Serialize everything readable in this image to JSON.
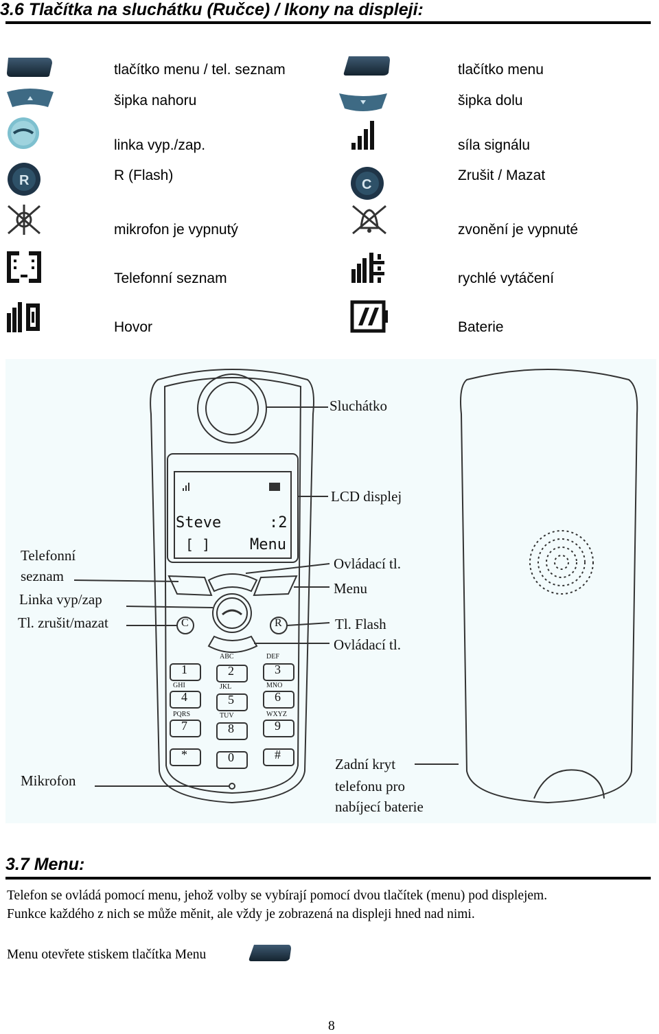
{
  "section36": {
    "title": "3.6 Tlačítka na sluchátku (Ručce) / Ikony na displeji:"
  },
  "icons_left": [
    {
      "icon": "menu-phonebook-key-icon",
      "label": "tlačítko menu / tel. seznam"
    },
    {
      "icon": "arrow-up-key-icon",
      "label": "šipka nahoru"
    },
    {
      "icon": "line-key-icon",
      "label": "linka vyp./zap."
    },
    {
      "icon": "r-flash-key-icon",
      "label": "R (Flash)"
    },
    {
      "icon": "mic-muted-icon",
      "label": "mikrofon je vypnutý"
    },
    {
      "icon": "phonebook-display-icon",
      "label": "Telefonní seznam"
    },
    {
      "icon": "call-display-icon",
      "label": "Hovor"
    }
  ],
  "icons_right": [
    {
      "icon": "menu-key-icon",
      "label": "tlačítko menu"
    },
    {
      "icon": "arrow-down-key-icon",
      "label": "šipka dolu"
    },
    {
      "icon": "signal-strength-icon",
      "label": "síla signálu"
    },
    {
      "icon": "c-cancel-key-icon",
      "label": "Zrušit / Mazat"
    },
    {
      "icon": "ringer-off-icon",
      "label": "zvonění je vypnuté"
    },
    {
      "icon": "speed-dial-icon",
      "label": "rychlé vytáčení"
    },
    {
      "icon": "battery-icon",
      "label": "Baterie"
    }
  ],
  "diagram": {
    "labels": {
      "earpiece": "Sluchátko",
      "lcd": "LCD displej",
      "phonebook_1": "Telefonní",
      "phonebook_2": "seznam",
      "control_1": "Ovládací tl.",
      "menu": "Menu",
      "line": "Linka vyp/zap",
      "cancel": "Tl. zrušit/mazat",
      "flash": "Tl. Flash",
      "control_2": "Ovládací tl.",
      "mic": "Mikrofon",
      "back_1": "Zadní kryt",
      "back_2": "telefonu pro",
      "back_3": "nabíjecí baterie"
    },
    "lcd_screen": {
      "name": "Steve",
      "call_num": ":2",
      "menu": "Menu"
    },
    "keys": [
      "1",
      "2",
      "3",
      "4",
      "5",
      "6",
      "7",
      "8",
      "9",
      "*",
      "0",
      "#"
    ],
    "key_letters": [
      "",
      "ABC",
      "DEF",
      "GHI",
      "JKL",
      "MNO",
      "PQRS",
      "TUV",
      "WXYZ",
      "",
      "",
      ""
    ]
  },
  "section37": {
    "title": "3.7 Menu:",
    "para_line1": "Telefon se ovládá pomocí menu, jehož volby se vybírají pomocí dvou tlačítek (menu) pod displejem.",
    "para_line2": "Funkce každého z nich se může měnit, ale vždy je zobrazená na displeji hned nad nimi.",
    "open_menu": "Menu otevřete stiskem tlačítka Menu"
  },
  "page_number": "8",
  "colors": {
    "key_dark": "#1f3548",
    "key_light": "#3e6a84",
    "line_key": "#6fb4c4",
    "diagram_bg": "#f3fbfc"
  }
}
